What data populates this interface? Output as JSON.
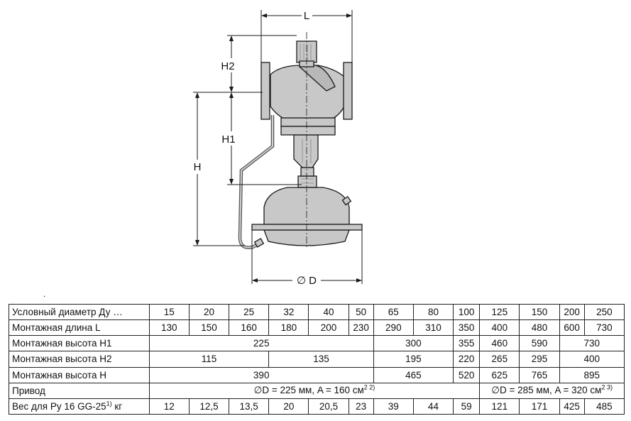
{
  "drawing": {
    "labels": {
      "L": "L",
      "H2": "H2",
      "H1": "H1",
      "H": "H",
      "D": "∅ D"
    },
    "colors": {
      "body_fill": "#c8c8c8",
      "line": "#1a1a1a"
    }
  },
  "table": {
    "rows": [
      {
        "label": "Условный диаметр Ду …",
        "cells": [
          "15",
          "20",
          "25",
          "32",
          "40",
          "50",
          "65",
          "80",
          "100",
          "125",
          "150",
          "200",
          "250"
        ]
      },
      {
        "label": "Монтажная длина L",
        "cells": [
          "130",
          "150",
          "160",
          "180",
          "200",
          "230",
          "290",
          "310",
          "350",
          "400",
          "480",
          "600",
          "730"
        ]
      },
      {
        "label": "Монтажная высота H1",
        "cells": [
          "225",
          "300",
          "355",
          "460",
          "590",
          "730"
        ]
      },
      {
        "label": "Монтажная высота H2",
        "cells": [
          "115",
          "135",
          "195",
          "220",
          "265",
          "295",
          "400"
        ]
      },
      {
        "label": "Монтажная высота H",
        "cells": [
          "390",
          "465",
          "520",
          "625",
          "765",
          "895"
        ]
      },
      {
        "label": "Привод",
        "cells": [
          "∅D = 225 мм, A = 160 см",
          "∅D = 285 мм, A = 320 см"
        ],
        "sup": [
          "2 2)",
          "2 3)"
        ]
      },
      {
        "label": "Вес для Ру 16 GG-25",
        "label_sup": "1)",
        "label_suffix": " кг",
        "cells": [
          "12",
          "12,5",
          "13,5",
          "20",
          "20,5",
          "23",
          "39",
          "44",
          "59",
          "121",
          "171",
          "425",
          "485"
        ]
      }
    ]
  }
}
